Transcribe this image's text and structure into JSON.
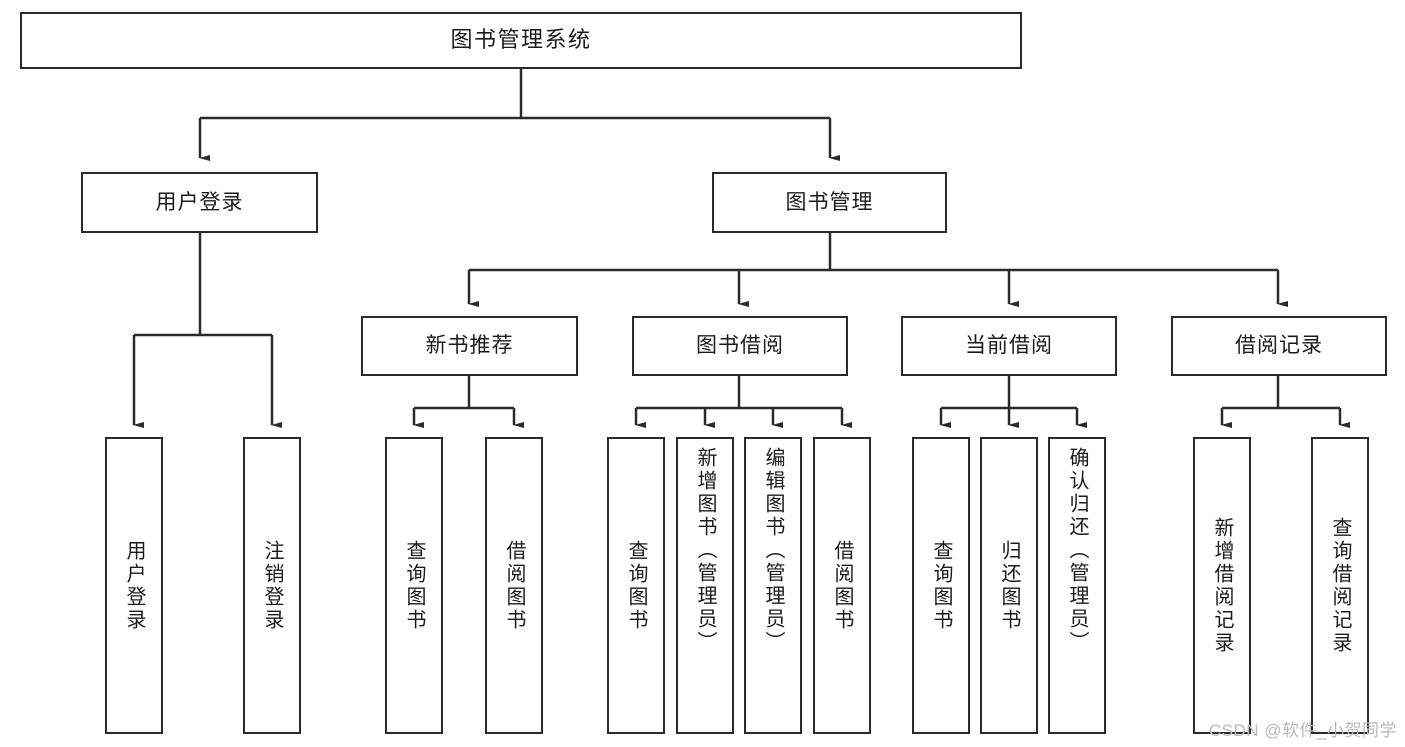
{
  "diagram": {
    "type": "tree-hierarchy",
    "title": "图书管理系统",
    "root": {
      "id": "root",
      "label": "图书管理系统"
    },
    "level1": [
      {
        "id": "user-login",
        "label": "用户登录"
      },
      {
        "id": "book-manage",
        "label": "图书管理"
      }
    ],
    "level2": [
      {
        "id": "new-book-recommend",
        "label": "新书推荐",
        "parent": "book-manage"
      },
      {
        "id": "book-borrow",
        "label": "图书借阅",
        "parent": "book-manage"
      },
      {
        "id": "current-borrow",
        "label": "当前借阅",
        "parent": "book-manage"
      },
      {
        "id": "borrow-record",
        "label": "借阅记录",
        "parent": "book-manage"
      }
    ],
    "leaves": {
      "user-login": [
        {
          "id": "leaf-user-login",
          "label": "用户登录"
        },
        {
          "id": "leaf-logout",
          "label": "注销登录"
        }
      ],
      "new-book-recommend": [
        {
          "id": "leaf-query-book-1",
          "label": "查询图书"
        },
        {
          "id": "leaf-borrow-book-1",
          "label": "借阅图书"
        }
      ],
      "book-borrow": [
        {
          "id": "leaf-query-book-2",
          "label": "查询图书"
        },
        {
          "id": "leaf-add-book",
          "label": "新增图书（管理员）"
        },
        {
          "id": "leaf-edit-book",
          "label": "编辑图书（管理员）"
        },
        {
          "id": "leaf-borrow-book-2",
          "label": "借阅图书"
        }
      ],
      "current-borrow": [
        {
          "id": "leaf-query-book-3",
          "label": "查询图书"
        },
        {
          "id": "leaf-return-book",
          "label": "归还图书"
        },
        {
          "id": "leaf-confirm-return",
          "label": "确认归还（管理员）"
        }
      ],
      "borrow-record": [
        {
          "id": "leaf-add-record",
          "label": "新增借阅记录"
        },
        {
          "id": "leaf-query-record",
          "label": "查询借阅记录"
        }
      ]
    }
  },
  "watermark": {
    "text": "CSDN @软件_小贺同学"
  },
  "colors": {
    "stroke": "#2b2b2b",
    "background": "#ffffff",
    "text": "#1b1b1b",
    "watermark": "#b9b9b9"
  }
}
